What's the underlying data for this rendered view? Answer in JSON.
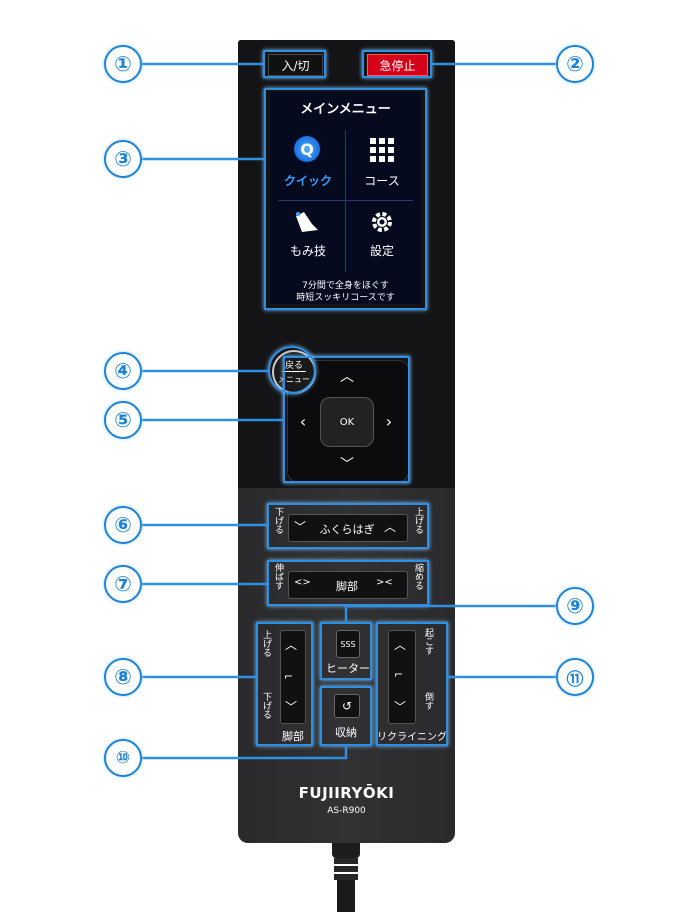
{
  "callouts": [
    "①",
    "②",
    "③",
    "④",
    "⑤",
    "⑥",
    "⑦",
    "⑧",
    "⑨",
    "⑩",
    "⑪"
  ],
  "buttons": {
    "power": "入/切",
    "emergency_stop": "急停止",
    "back_menu_top": "戻る",
    "back_menu_bottom": "メニュー",
    "ok": "OK",
    "calf_lower": "下げる",
    "calf_label": "ふくらはぎ",
    "calf_raise": "上げる",
    "leg_extend": "伸ばす",
    "leg_label": "脚部",
    "leg_retract": "縮める",
    "footrest_raise": "上げる",
    "footrest_lower": "下げる",
    "footrest_label": "脚部",
    "heater_label": "ヒーター",
    "heater_icon": "SSS",
    "storage_label": "収納",
    "recline_up": "起こす",
    "recline_down": "倒す",
    "recline_label": "リクライニング"
  },
  "screen": {
    "title": "メインメニュー",
    "items": [
      "クイック",
      "コース",
      "もみ技",
      "設定"
    ],
    "desc_line1": "7分間で全身をほぐす",
    "desc_line2": "時短スッキリコースです"
  },
  "brand": {
    "logo": "FUJIIRYŌKI",
    "model": "AS-R900"
  },
  "colors": {
    "callout": "#1e84d8",
    "emergency": "#d4001a",
    "screen_accent": "#1e8fff"
  }
}
